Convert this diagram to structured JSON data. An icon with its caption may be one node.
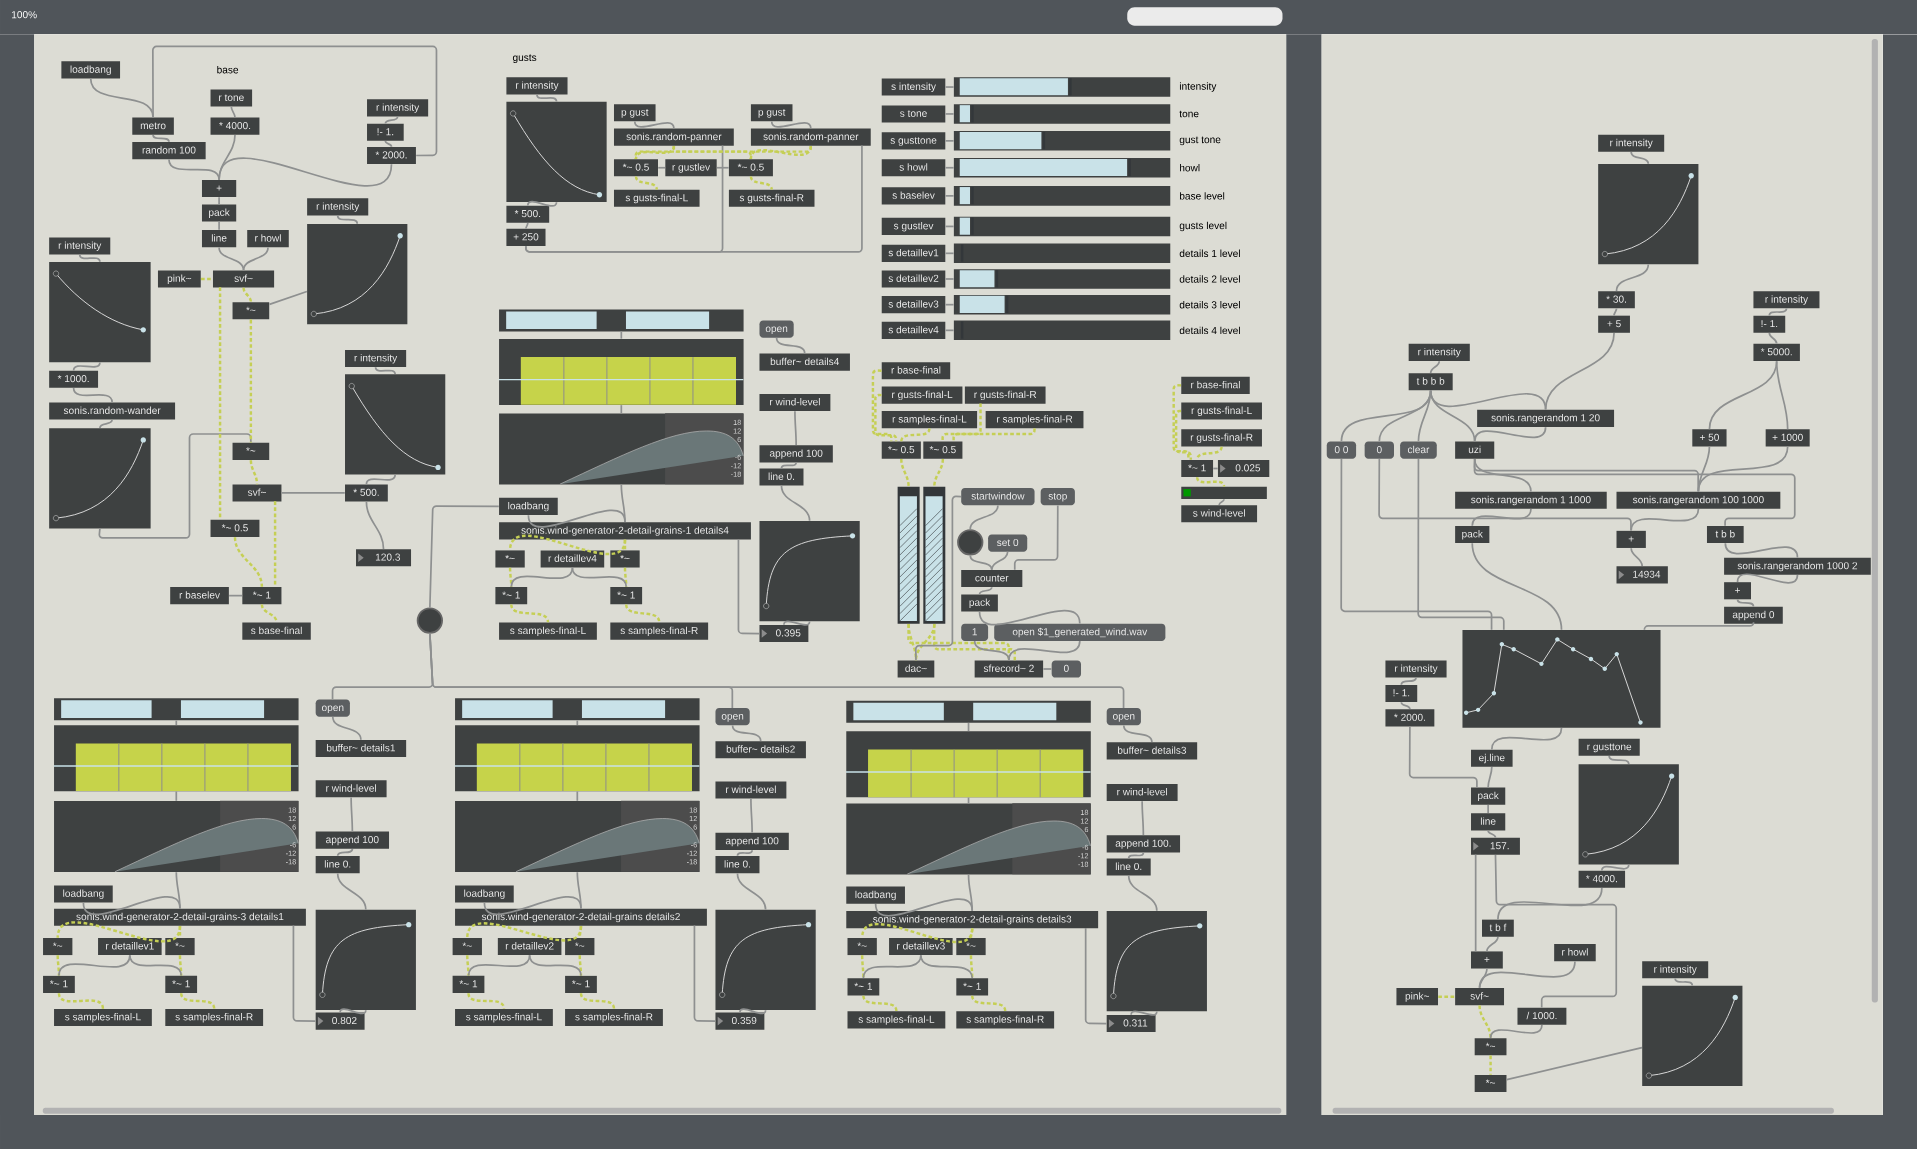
{
  "diagram": {
    "nodes": [
      {
        "text": [
          "loadbang"
        ]
      },
      {
        "text": [
          "metro"
        ]
      },
      {
        "text": [
          "random 100"
        ]
      },
      {
        "text": [
          "r tone"
        ]
      },
      {
        "text": [
          "* 4000."
        ]
      },
      {
        "text": [
          "r intensity"
        ]
      },
      {
        "text": [
          "!- 1."
        ]
      },
      {
        "text": [
          "* 2000."
        ]
      },
      {
        "text": [
          "+"
        ]
      },
      {
        "text": [
          "pack"
        ]
      },
      {
        "text": [
          "line"
        ]
      },
      {
        "text": [
          "r howl"
        ]
      },
      {
        "text": [
          "pink~"
        ]
      },
      {
        "text": [
          "svf~"
        ]
      },
      {
        "text": [
          "*~"
        ]
      },
      {
        "text": [
          "r intensity"
        ]
      },
      {
        "text": [],
        "shape": "box"
      },
      {
        "text": [
          "r intensity"
        ]
      },
      {
        "text": [],
        "shape": "box"
      },
      {
        "text": [
          "* 1000."
        ]
      },
      {
        "text": [
          "sonis.random-wander"
        ]
      },
      {
        "text": [],
        "shape": "box"
      },
      {
        "text": [
          "*~"
        ]
      },
      {
        "text": [
          "svf~"
        ]
      },
      {
        "text": [
          "r intensity"
        ]
      },
      {
        "text": [],
        "shape": "box"
      },
      {
        "text": [
          "* 500."
        ]
      },
      {
        "text": [
          "120.3"
        ]
      },
      {
        "text": [
          "*~ 0.5"
        ]
      },
      {
        "text": [
          "r baselev"
        ]
      },
      {
        "text": [
          "*~ 1"
        ]
      },
      {
        "text": [
          "s base-final"
        ]
      },
      {
        "text": [
          "r intensity"
        ]
      },
      {
        "text": [],
        "shape": "box"
      },
      {
        "text": [
          "* 500."
        ]
      },
      {
        "text": [
          "+ 250"
        ]
      },
      {
        "text": [
          "p gust"
        ]
      },
      {
        "text": [
          "sonis.random-panner"
        ]
      },
      {
        "text": [
          "*~ 0.5"
        ]
      },
      {
        "text": [
          "r gustlev"
        ]
      },
      {
        "text": [
          "s gusts-final-L"
        ]
      },
      {
        "text": [
          "p gust"
        ]
      },
      {
        "text": [
          "sonis.random-panner"
        ]
      },
      {
        "text": [
          "*~ 0.5"
        ]
      },
      {
        "text": [
          "s gusts-final-R"
        ]
      },
      {
        "text": [
          "s intensity"
        ]
      },
      {
        "text": [],
        "shape": "bar",
        "beside": [
          "intensity"
        ]
      },
      {
        "text": [
          "s tone"
        ]
      },
      {
        "text": [],
        "shape": "bar",
        "beside": [
          "tone"
        ]
      },
      {
        "text": [
          "s gusttone"
        ]
      },
      {
        "text": [],
        "shape": "bar",
        "beside": [
          "gust tone"
        ]
      },
      {
        "text": [
          "s howl"
        ]
      },
      {
        "text": [],
        "shape": "bar",
        "beside": [
          "howl"
        ]
      },
      {
        "text": [
          "s baselev"
        ]
      },
      {
        "text": [],
        "shape": "bar",
        "beside": [
          "base level"
        ]
      },
      {
        "text": [
          "s gustlev"
        ]
      },
      {
        "text": [],
        "shape": "bar",
        "beside": [
          "gusts level"
        ]
      },
      {
        "text": [
          "s detaillev1"
        ]
      },
      {
        "text": [],
        "shape": "bar",
        "beside": [
          "details 1 level"
        ]
      },
      {
        "text": [
          "s detaillev2"
        ]
      },
      {
        "text": [],
        "shape": "bar",
        "beside": [
          "details 2 level"
        ]
      },
      {
        "text": [
          "s detaillev3"
        ]
      },
      {
        "text": [],
        "shape": "bar",
        "beside": [
          "details 3 level"
        ]
      },
      {
        "text": [
          "s detaillev4"
        ]
      },
      {
        "text": [],
        "shape": "bar",
        "beside": [
          "details 4 level"
        ]
      },
      {
        "text": [
          "r base-final"
        ]
      },
      {
        "text": [
          "r gusts-final-L"
        ]
      },
      {
        "text": [
          "r gusts-final-R"
        ]
      },
      {
        "text": [
          "r samples-final-L"
        ]
      },
      {
        "text": [
          "r samples-final-R"
        ]
      },
      {
        "text": [
          "*~ 0.5"
        ]
      },
      {
        "text": [
          "*~ 0.5"
        ]
      },
      {
        "text": [],
        "shape": "bar"
      },
      {
        "text": [],
        "shape": "bar"
      },
      {
        "text": [
          "startwindow"
        ]
      },
      {
        "text": [
          "stop"
        ]
      },
      {
        "text": [],
        "shape": "circle"
      },
      {
        "text": [
          "set 0"
        ]
      },
      {
        "text": [
          "counter"
        ]
      },
      {
        "text": [
          "pack"
        ]
      },
      {
        "text": [
          "1"
        ]
      },
      {
        "text": [
          "open $1_generated_wind.wav"
        ]
      },
      {
        "text": [
          "dac~"
        ]
      },
      {
        "text": [
          "sfrecord~ 2"
        ]
      },
      {
        "text": [
          "0"
        ]
      },
      {
        "text": [
          "r base-final"
        ]
      },
      {
        "text": [
          "r gusts-final-L"
        ]
      },
      {
        "text": [
          "r gusts-final-R"
        ]
      },
      {
        "text": [
          "*~ 1"
        ]
      },
      {
        "text": [
          "0.025"
        ]
      },
      {
        "text": [],
        "shape": "bar"
      },
      {
        "text": [
          "s wind-level"
        ]
      },
      {
        "text": [],
        "shape": "circle"
      },
      {
        "text": [],
        "shape": "bar"
      },
      {
        "text": [],
        "shape": "picture"
      },
      {
        "text": [],
        "shape": "picture"
      },
      {
        "text": [
          "open"
        ]
      },
      {
        "text": [
          "buffer~ details4"
        ]
      },
      {
        "text": [
          "r wind-level"
        ]
      },
      {
        "text": [
          "append 100"
        ]
      },
      {
        "text": [
          "line 0."
        ]
      },
      {
        "text": [],
        "shape": "box"
      },
      {
        "text": [
          "0.395"
        ]
      },
      {
        "text": [
          "loadbang"
        ]
      },
      {
        "text": [
          "sonis.wind-generator-2-detail-grains-1 details4"
        ]
      },
      {
        "text": [
          "*~"
        ]
      },
      {
        "text": [
          "r detaillev4"
        ]
      },
      {
        "text": [
          "*~"
        ]
      },
      {
        "text": [
          "*~ 1"
        ]
      },
      {
        "text": [
          "*~ 1"
        ]
      },
      {
        "text": [
          "s samples-final-L"
        ]
      },
      {
        "text": [
          "s samples-final-R"
        ]
      },
      {
        "text": [],
        "shape": "bar"
      },
      {
        "text": [],
        "shape": "picture"
      },
      {
        "text": [],
        "shape": "picture"
      },
      {
        "text": [
          "open"
        ]
      },
      {
        "text": [
          "buffer~ details1"
        ]
      },
      {
        "text": [
          "r wind-level"
        ]
      },
      {
        "text": [
          "append 100"
        ]
      },
      {
        "text": [
          "line 0."
        ]
      },
      {
        "text": [],
        "shape": "box"
      },
      {
        "text": [
          "0.802"
        ]
      },
      {
        "text": [
          "loadbang"
        ]
      },
      {
        "text": [
          "sonis.wind-generator-2-detail-grains-3 details1"
        ]
      },
      {
        "text": [
          "*~"
        ]
      },
      {
        "text": [
          "r detaillev1"
        ]
      },
      {
        "text": [
          "*~"
        ]
      },
      {
        "text": [
          "*~ 1"
        ]
      },
      {
        "text": [
          "*~ 1"
        ]
      },
      {
        "text": [
          "s samples-final-L"
        ]
      },
      {
        "text": [
          "s samples-final-R"
        ]
      },
      {
        "text": [],
        "shape": "bar"
      },
      {
        "text": [],
        "shape": "picture"
      },
      {
        "text": [],
        "shape": "picture"
      },
      {
        "text": [
          "open"
        ]
      },
      {
        "text": [
          "buffer~ details2"
        ]
      },
      {
        "text": [
          "r wind-level"
        ]
      },
      {
        "text": [
          "append 100"
        ]
      },
      {
        "text": [
          "line 0."
        ]
      },
      {
        "text": [],
        "shape": "box"
      },
      {
        "text": [
          "0.359"
        ]
      },
      {
        "text": [
          "loadbang"
        ]
      },
      {
        "text": [
          "sonis.wind-generator-2-detail-grains details2"
        ]
      },
      {
        "text": [
          "*~"
        ]
      },
      {
        "text": [
          "r detaillev2"
        ]
      },
      {
        "text": [
          "*~"
        ]
      },
      {
        "text": [
          "*~ 1"
        ]
      },
      {
        "text": [
          "*~ 1"
        ]
      },
      {
        "text": [
          "s samples-final-L"
        ]
      },
      {
        "text": [
          "s samples-final-R"
        ]
      },
      {
        "text": [],
        "shape": "bar"
      },
      {
        "text": [],
        "shape": "picture"
      },
      {
        "text": [],
        "shape": "picture"
      },
      {
        "text": [
          "open"
        ]
      },
      {
        "text": [
          "buffer~ details3"
        ]
      },
      {
        "text": [
          "r wind-level"
        ]
      },
      {
        "text": [
          "append 100."
        ]
      },
      {
        "text": [
          "line 0."
        ]
      },
      {
        "text": [],
        "shape": "box"
      },
      {
        "text": [
          "0.311"
        ]
      },
      {
        "text": [
          "loadbang"
        ]
      },
      {
        "text": [
          "sonis.wind-generator-2-detail-grains details3"
        ]
      },
      {
        "text": [
          "*~"
        ]
      },
      {
        "text": [
          "r detaillev3"
        ]
      },
      {
        "text": [
          "*~"
        ]
      },
      {
        "text": [
          "*~ 1"
        ]
      },
      {
        "text": [
          "*~ 1"
        ]
      },
      {
        "text": [
          "s samples-final-L"
        ]
      },
      {
        "text": [
          "s samples-final-R"
        ]
      },
      {
        "text": [
          "r intensity"
        ]
      },
      {
        "text": [],
        "shape": "box"
      },
      {
        "text": [
          "* 30."
        ]
      },
      {
        "text": [
          "+ 5"
        ]
      },
      {
        "text": [
          "r intensity"
        ]
      },
      {
        "text": [
          "!- 1."
        ]
      },
      {
        "text": [
          "* 5000."
        ]
      },
      {
        "text": [
          "r intensity"
        ]
      },
      {
        "text": [
          "t b b b"
        ]
      },
      {
        "text": [
          "sonis.rangerandom 1 20"
        ]
      },
      {
        "text": [
          "0 0"
        ]
      },
      {
        "text": [
          "0"
        ]
      },
      {
        "text": [
          "clear"
        ]
      },
      {
        "text": [
          "uzi"
        ]
      },
      {
        "text": [
          "+ 50"
        ]
      },
      {
        "text": [
          "+ 1000"
        ]
      },
      {
        "text": [
          "sonis.rangerandom 1 1000"
        ]
      },
      {
        "text": [
          "pack"
        ]
      },
      {
        "text": [
          "sonis.rangerandom 100 1000"
        ]
      },
      {
        "text": [
          "+"
        ]
      },
      {
        "text": [
          "14934"
        ]
      },
      {
        "text": [
          "t b b"
        ]
      },
      {
        "text": [
          "sonis.rangerandom 1000 2"
        ]
      },
      {
        "text": [
          "+"
        ]
      },
      {
        "text": [
          "append 0"
        ]
      },
      {
        "text": [],
        "shape": "box"
      },
      {
        "text": [
          "r intensity"
        ]
      },
      {
        "text": [
          "!- 1."
        ]
      },
      {
        "text": [
          "* 2000."
        ]
      },
      {
        "text": [
          "ej.line"
        ]
      },
      {
        "text": [
          "pack"
        ]
      },
      {
        "text": [
          "line"
        ]
      },
      {
        "text": [
          "157."
        ]
      },
      {
        "text": [
          "r gusttone"
        ]
      },
      {
        "text": [],
        "shape": "box"
      },
      {
        "text": [
          "* 4000."
        ]
      },
      {
        "text": [
          "t b f"
        ]
      },
      {
        "text": [
          "+"
        ]
      },
      {
        "text": [
          "r howl"
        ]
      },
      {
        "text": [
          "pink~"
        ]
      },
      {
        "text": [
          "svf~"
        ]
      },
      {
        "text": [
          "/ 1000."
        ]
      },
      {
        "text": [
          "*~"
        ]
      },
      {
        "text": [
          "*~"
        ]
      },
      {
        "text": [
          "r intensity"
        ]
      },
      {
        "text": [],
        "shape": "box"
      }
    ],
    "edges": [
      {
        "from": 0,
        "to": 1,
        "arrow": "none"
      },
      {
        "from": 1,
        "to": 2,
        "arrow": "none"
      },
      {
        "from": 2,
        "to": 8,
        "arrow": "none"
      },
      {
        "from": 3,
        "to": 4,
        "arrow": "none"
      },
      {
        "from": 4,
        "to": 8,
        "arrow": "none"
      },
      {
        "from": 5,
        "to": 6,
        "arrow": "none"
      },
      {
        "from": 6,
        "to": 7,
        "arrow": "none"
      },
      {
        "from": 7,
        "to": 8,
        "arrow": "none"
      },
      {
        "from": 7,
        "to": 1,
        "arrow": "none"
      },
      {
        "from": 8,
        "to": 9,
        "arrow": "none"
      },
      {
        "from": 9,
        "to": 10,
        "arrow": "none"
      },
      {
        "from": 10,
        "to": 13,
        "arrow": "none"
      },
      {
        "from": 11,
        "to": 13,
        "arrow": "none"
      },
      {
        "from": 12,
        "to": 13,
        "arrow": "none",
        "style": "dashed",
        "color": "#c5cf55"
      },
      {
        "from": 13,
        "to": 14,
        "arrow": "none",
        "style": "dashed",
        "color": "#c5cf55"
      },
      {
        "from": 15,
        "to": 16,
        "arrow": "none"
      },
      {
        "from": 16,
        "to": 14,
        "arrow": "none"
      },
      {
        "from": 17,
        "to": 18,
        "arrow": "none"
      },
      {
        "from": 18,
        "to": 19,
        "arrow": "none"
      },
      {
        "from": 19,
        "to": 20,
        "arrow": "none"
      },
      {
        "from": 20,
        "to": 21,
        "arrow": "none"
      },
      {
        "from": 21,
        "to": 22,
        "arrow": "none"
      },
      {
        "from": 14,
        "to": 22,
        "arrow": "none",
        "style": "dashed",
        "color": "#c5cf55"
      },
      {
        "from": 22,
        "to": 23,
        "arrow": "none",
        "style": "dashed",
        "color": "#c5cf55"
      },
      {
        "from": 24,
        "to": 25,
        "arrow": "none"
      },
      {
        "from": 25,
        "to": 26,
        "arrow": "none"
      },
      {
        "from": 26,
        "to": 23,
        "arrow": "none"
      },
      {
        "from": 26,
        "to": 27,
        "arrow": "none"
      },
      {
        "from": 13,
        "to": 28,
        "arrow": "none",
        "style": "dashed",
        "color": "#c5cf55"
      },
      {
        "from": 23,
        "to": 30,
        "arrow": "none",
        "style": "dashed",
        "color": "#c5cf55"
      },
      {
        "from": 28,
        "to": 30,
        "arrow": "none",
        "style": "dashed",
        "color": "#c5cf55"
      },
      {
        "from": 29,
        "to": 30,
        "arrow": "none"
      },
      {
        "from": 30,
        "to": 31,
        "arrow": "none",
        "style": "dashed",
        "color": "#c5cf55"
      },
      {
        "from": 32,
        "to": 33,
        "arrow": "none"
      },
      {
        "from": 33,
        "to": 34,
        "arrow": "none"
      },
      {
        "from": 34,
        "to": 35,
        "arrow": "none"
      },
      {
        "from": 35,
        "to": 37,
        "arrow": "none"
      },
      {
        "from": 35,
        "to": 42,
        "arrow": "none"
      },
      {
        "from": 36,
        "to": 37,
        "arrow": "none"
      },
      {
        "from": 41,
        "to": 42,
        "arrow": "none"
      },
      {
        "from": 37,
        "to": 38,
        "arrow": "none",
        "style": "dashed",
        "color": "#c5cf55"
      },
      {
        "from": 37,
        "to": 43,
        "arrow": "none",
        "style": "dashed",
        "color": "#c5cf55"
      },
      {
        "from": 42,
        "to": 43,
        "arrow": "none",
        "style": "dashed",
        "color": "#c5cf55"
      },
      {
        "from": 42,
        "to": 38,
        "arrow": "none",
        "style": "dashed",
        "color": "#c5cf55"
      },
      {
        "from": 39,
        "to": 38,
        "arrow": "none"
      },
      {
        "from": 39,
        "to": 43,
        "arrow": "none"
      },
      {
        "from": 38,
        "to": 40,
        "arrow": "none",
        "style": "dashed",
        "color": "#c5cf55"
      },
      {
        "from": 43,
        "to": 44,
        "arrow": "none",
        "style": "dashed",
        "color": "#c5cf55"
      },
      {
        "from": 46,
        "to": 45,
        "arrow": "none"
      },
      {
        "from": 48,
        "to": 47,
        "arrow": "none"
      },
      {
        "from": 50,
        "to": 49,
        "arrow": "none"
      },
      {
        "from": 52,
        "to": 51,
        "arrow": "none"
      },
      {
        "from": 54,
        "to": 53,
        "arrow": "none"
      },
      {
        "from": 56,
        "to": 55,
        "arrow": "none"
      },
      {
        "from": 58,
        "to": 57,
        "arrow": "none"
      },
      {
        "from": 60,
        "to": 59,
        "arrow": "none"
      },
      {
        "from": 62,
        "to": 61,
        "arrow": "none"
      },
      {
        "from": 64,
        "to": 63,
        "arrow": "none"
      },
      {
        "from": 65,
        "to": 70,
        "arrow": "none",
        "style": "dashed",
        "color": "#c5cf55"
      },
      {
        "from": 66,
        "to": 70,
        "arrow": "none",
        "style": "dashed",
        "color": "#c5cf55"
      },
      {
        "from": 67,
        "to": 71,
        "arrow": "none",
        "style": "dashed",
        "color": "#c5cf55"
      },
      {
        "from": 68,
        "to": 70,
        "arrow": "none",
        "style": "dashed",
        "color": "#c5cf55"
      },
      {
        "from": 69,
        "to": 71,
        "arrow": "none",
        "style": "dashed",
        "color": "#c5cf55"
      },
      {
        "from": 70,
        "to": 72,
        "arrow": "none",
        "style": "dashed",
        "color": "#c5cf55"
      },
      {
        "from": 71,
        "to": 73,
        "arrow": "none",
        "style": "dashed",
        "color": "#c5cf55"
      },
      {
        "from": 72,
        "to": 82,
        "arrow": "none",
        "style": "dashed",
        "color": "#c5cf55"
      },
      {
        "from": 73,
        "to": 82,
        "arrow": "none",
        "style": "dashed",
        "color": "#c5cf55"
      },
      {
        "from": 72,
        "to": 83,
        "arrow": "none",
        "style": "dashed",
        "color": "#c5cf55"
      },
      {
        "from": 73,
        "to": 83,
        "arrow": "none",
        "style": "dashed",
        "color": "#c5cf55"
      },
      {
        "from": 74,
        "to": 82,
        "arrow": "none"
      },
      {
        "from": 75,
        "to": 78,
        "arrow": "none"
      },
      {
        "from": 74,
        "to": 76,
        "arrow": "none"
      },
      {
        "from": 76,
        "to": 78,
        "arrow": "none"
      },
      {
        "from": 77,
        "to": 78,
        "arrow": "none"
      },
      {
        "from": 78,
        "to": 79,
        "arrow": "none"
      },
      {
        "from": 79,
        "to": 81,
        "arrow": "none"
      },
      {
        "from": 81,
        "to": 83,
        "arrow": "none"
      },
      {
        "from": 80,
        "to": 83,
        "arrow": "none"
      },
      {
        "from": 83,
        "to": 84,
        "arrow": "none"
      },
      {
        "from": 85,
        "to": 88,
        "arrow": "none",
        "style": "dashed",
        "color": "#c5cf55"
      },
      {
        "from": 86,
        "to": 88,
        "arrow": "none",
        "style": "dashed",
        "color": "#c5cf55"
      },
      {
        "from": 87,
        "to": 88,
        "arrow": "none",
        "style": "dashed",
        "color": "#c5cf55"
      },
      {
        "from": 88,
        "to": 90,
        "arrow": "none",
        "style": "dashed",
        "color": "#c5cf55"
      },
      {
        "from": 89,
        "to": 88,
        "arrow": "none"
      },
      {
        "from": 90,
        "to": 91,
        "arrow": "none"
      },
      {
        "from": 92,
        "to": 103,
        "arrow": "none"
      },
      {
        "from": 92,
        "to": 115,
        "arrow": "none"
      },
      {
        "from": 92,
        "to": 134,
        "arrow": "none"
      },
      {
        "from": 92,
        "to": 153,
        "arrow": "none"
      },
      {
        "from": 93,
        "to": 94,
        "arrow": "none"
      },
      {
        "from": 94,
        "to": 95,
        "arrow": "none"
      },
      {
        "from": 95,
        "to": 104,
        "arrow": "none"
      },
      {
        "from": 103,
        "to": 104,
        "arrow": "none"
      },
      {
        "from": 96,
        "to": 97,
        "arrow": "none"
      },
      {
        "from": 98,
        "to": 99,
        "arrow": "none"
      },
      {
        "from": 99,
        "to": 100,
        "arrow": "none"
      },
      {
        "from": 100,
        "to": 101,
        "arrow": "none"
      },
      {
        "from": 101,
        "to": 102,
        "arrow": "none"
      },
      {
        "from": 102,
        "to": 104,
        "arrow": "none"
      },
      {
        "from": 104,
        "to": 105,
        "arrow": "none",
        "style": "dashed",
        "color": "#c5cf55"
      },
      {
        "from": 104,
        "to": 107,
        "arrow": "none",
        "style": "dashed",
        "color": "#c5cf55"
      },
      {
        "from": 105,
        "to": 108,
        "arrow": "none",
        "style": "dashed",
        "color": "#c5cf55"
      },
      {
        "from": 107,
        "to": 109,
        "arrow": "none",
        "style": "dashed",
        "color": "#c5cf55"
      },
      {
        "from": 106,
        "to": 108,
        "arrow": "none"
      },
      {
        "from": 106,
        "to": 109,
        "arrow": "none"
      },
      {
        "from": 108,
        "to": 110,
        "arrow": "none",
        "style": "dashed",
        "color": "#c5cf55"
      },
      {
        "from": 109,
        "to": 111,
        "arrow": "none",
        "style": "dashed",
        "color": "#c5cf55"
      },
      {
        "from": 112,
        "to": 113,
        "arrow": "none"
      },
      {
        "from": 113,
        "to": 114,
        "arrow": "none"
      },
      {
        "from": 114,
        "to": 123,
        "arrow": "none"
      },
      {
        "from": 122,
        "to": 123,
        "arrow": "none"
      },
      {
        "from": 115,
        "to": 116,
        "arrow": "none"
      },
      {
        "from": 117,
        "to": 118,
        "arrow": "none"
      },
      {
        "from": 118,
        "to": 119,
        "arrow": "none"
      },
      {
        "from": 119,
        "to": 120,
        "arrow": "none"
      },
      {
        "from": 120,
        "to": 121,
        "arrow": "none"
      },
      {
        "from": 121,
        "to": 123,
        "arrow": "none"
      },
      {
        "from": 123,
        "to": 124,
        "arrow": "none",
        "style": "dashed",
        "color": "#c5cf55"
      },
      {
        "from": 123,
        "to": 126,
        "arrow": "none",
        "style": "dashed",
        "color": "#c5cf55"
      },
      {
        "from": 124,
        "to": 127,
        "arrow": "none",
        "style": "dashed",
        "color": "#c5cf55"
      },
      {
        "from": 126,
        "to": 128,
        "arrow": "none",
        "style": "dashed",
        "color": "#c5cf55"
      },
      {
        "from": 125,
        "to": 127,
        "arrow": "none"
      },
      {
        "from": 125,
        "to": 128,
        "arrow": "none"
      },
      {
        "from": 127,
        "to": 129,
        "arrow": "none",
        "style": "dashed",
        "color": "#c5cf55"
      },
      {
        "from": 128,
        "to": 130,
        "arrow": "none",
        "style": "dashed",
        "color": "#c5cf55"
      },
      {
        "from": 131,
        "to": 132,
        "arrow": "none"
      },
      {
        "from": 132,
        "to": 133,
        "arrow": "none"
      },
      {
        "from": 133,
        "to": 142,
        "arrow": "none"
      },
      {
        "from": 141,
        "to": 142,
        "arrow": "none"
      },
      {
        "from": 134,
        "to": 135,
        "arrow": "none"
      },
      {
        "from": 136,
        "to": 137,
        "arrow": "none"
      },
      {
        "from": 137,
        "to": 138,
        "arrow": "none"
      },
      {
        "from": 138,
        "to": 139,
        "arrow": "none"
      },
      {
        "from": 139,
        "to": 140,
        "arrow": "none"
      },
      {
        "from": 140,
        "to": 142,
        "arrow": "none"
      },
      {
        "from": 142,
        "to": 143,
        "arrow": "none",
        "style": "dashed",
        "color": "#c5cf55"
      },
      {
        "from": 142,
        "to": 145,
        "arrow": "none",
        "style": "dashed",
        "color": "#c5cf55"
      },
      {
        "from": 143,
        "to": 146,
        "arrow": "none",
        "style": "dashed",
        "color": "#c5cf55"
      },
      {
        "from": 145,
        "to": 147,
        "arrow": "none",
        "style": "dashed",
        "color": "#c5cf55"
      },
      {
        "from": 144,
        "to": 146,
        "arrow": "none"
      },
      {
        "from": 144,
        "to": 147,
        "arrow": "none"
      },
      {
        "from": 146,
        "to": 148,
        "arrow": "none",
        "style": "dashed",
        "color": "#c5cf55"
      },
      {
        "from": 147,
        "to": 149,
        "arrow": "none",
        "style": "dashed",
        "color": "#c5cf55"
      },
      {
        "from": 150,
        "to": 151,
        "arrow": "none"
      },
      {
        "from": 151,
        "to": 152,
        "arrow": "none"
      },
      {
        "from": 152,
        "to": 161,
        "arrow": "none"
      },
      {
        "from": 160,
        "to": 161,
        "arrow": "none"
      },
      {
        "from": 153,
        "to": 154,
        "arrow": "none"
      },
      {
        "from": 155,
        "to": 156,
        "arrow": "none"
      },
      {
        "from": 156,
        "to": 157,
        "arrow": "none"
      },
      {
        "from": 157,
        "to": 158,
        "arrow": "none"
      },
      {
        "from": 158,
        "to": 159,
        "arrow": "none"
      },
      {
        "from": 159,
        "to": 161,
        "arrow": "none"
      },
      {
        "from": 161,
        "to": 162,
        "arrow": "none",
        "style": "dashed",
        "color": "#c5cf55"
      },
      {
        "from": 161,
        "to": 164,
        "arrow": "none",
        "style": "dashed",
        "color": "#c5cf55"
      },
      {
        "from": 162,
        "to": 165,
        "arrow": "none",
        "style": "dashed",
        "color": "#c5cf55"
      },
      {
        "from": 164,
        "to": 166,
        "arrow": "none",
        "style": "dashed",
        "color": "#c5cf55"
      },
      {
        "from": 163,
        "to": 165,
        "arrow": "none"
      },
      {
        "from": 163,
        "to": 166,
        "arrow": "none"
      },
      {
        "from": 165,
        "to": 167,
        "arrow": "none",
        "style": "dashed",
        "color": "#c5cf55"
      },
      {
        "from": 166,
        "to": 168,
        "arrow": "none",
        "style": "dashed",
        "color": "#c5cf55"
      },
      {
        "from": 169,
        "to": 170,
        "arrow": "none"
      },
      {
        "from": 170,
        "to": 171,
        "arrow": "none"
      },
      {
        "from": 171,
        "to": 172,
        "arrow": "none"
      },
      {
        "from": 172,
        "to": 178,
        "arrow": "none"
      },
      {
        "from": 173,
        "to": 174,
        "arrow": "none"
      },
      {
        "from": 174,
        "to": 175,
        "arrow": "none"
      },
      {
        "from": 175,
        "to": 183,
        "arrow": "none"
      },
      {
        "from": 175,
        "to": 184,
        "arrow": "none"
      },
      {
        "from": 176,
        "to": 177,
        "arrow": "none"
      },
      {
        "from": 177,
        "to": 178,
        "arrow": "none"
      },
      {
        "from": 177,
        "to": 182,
        "arrow": "none"
      },
      {
        "from": 177,
        "to": 179,
        "arrow": "none"
      },
      {
        "from": 177,
        "to": 180,
        "arrow": "none"
      },
      {
        "from": 177,
        "to": 181,
        "arrow": "none"
      },
      {
        "from": 178,
        "to": 182,
        "arrow": "none"
      },
      {
        "from": 182,
        "to": 185,
        "arrow": "none"
      },
      {
        "from": 182,
        "to": 187,
        "arrow": "none"
      },
      {
        "from": 182,
        "to": 190,
        "arrow": "none"
      },
      {
        "from": 183,
        "to": 187,
        "arrow": "none"
      },
      {
        "from": 184,
        "to": 187,
        "arrow": "none"
      },
      {
        "from": 185,
        "to": 186,
        "arrow": "none"
      },
      {
        "from": 187,
        "to": 188,
        "arrow": "none"
      },
      {
        "from": 188,
        "to": 189,
        "arrow": "none"
      },
      {
        "from": 180,
        "to": 188,
        "arrow": "none"
      },
      {
        "from": 186,
        "to": 194,
        "arrow": "none"
      },
      {
        "from": 179,
        "to": 194,
        "arrow": "none"
      },
      {
        "from": 181,
        "to": 194,
        "arrow": "none"
      },
      {
        "from": 190,
        "to": 191,
        "arrow": "none"
      },
      {
        "from": 191,
        "to": 192,
        "arrow": "none"
      },
      {
        "from": 192,
        "to": 193,
        "arrow": "none"
      },
      {
        "from": 193,
        "to": 194,
        "arrow": "none"
      },
      {
        "from": 194,
        "to": 198,
        "arrow": "none"
      },
      {
        "from": 195,
        "to": 196,
        "arrow": "none"
      },
      {
        "from": 196,
        "to": 197,
        "arrow": "none"
      },
      {
        "from": 197,
        "to": 199,
        "arrow": "none"
      },
      {
        "from": 198,
        "to": 199,
        "arrow": "none"
      },
      {
        "from": 199,
        "to": 200,
        "arrow": "none"
      },
      {
        "from": 200,
        "to": 201,
        "arrow": "none"
      },
      {
        "from": 201,
        "to": 206,
        "arrow": "none"
      },
      {
        "from": 202,
        "to": 203,
        "arrow": "none"
      },
      {
        "from": 203,
        "to": 204,
        "arrow": "none"
      },
      {
        "from": 204,
        "to": 205,
        "arrow": "none"
      },
      {
        "from": 205,
        "to": 206,
        "arrow": "none"
      },
      {
        "from": 201,
        "to": 210,
        "arrow": "none"
      },
      {
        "from": 206,
        "to": 209,
        "arrow": "none"
      },
      {
        "from": 207,
        "to": 209,
        "arrow": "none"
      },
      {
        "from": 208,
        "to": 209,
        "arrow": "none",
        "style": "dashed",
        "color": "#c5cf55"
      },
      {
        "from": 209,
        "to": 211,
        "arrow": "none",
        "style": "dashed",
        "color": "#c5cf55"
      },
      {
        "from": 210,
        "to": 211,
        "arrow": "none"
      },
      {
        "from": 211,
        "to": 212,
        "arrow": "none",
        "style": "dashed",
        "color": "#c5cf55"
      },
      {
        "from": 213,
        "to": 214,
        "arrow": "none"
      },
      {
        "from": 214,
        "to": 212,
        "arrow": "none"
      }
    ],
    "labels": [
      "100%",
      "base",
      "gusts",
      "18",
      "12",
      "6",
      "-6",
      "-12",
      "-18",
      "18",
      "12",
      "6",
      "-6",
      "-12",
      "-18",
      "18",
      "12",
      "6",
      "-6",
      "-12",
      "-18",
      "18",
      "12",
      "6",
      "-6",
      "-12",
      "-18"
    ]
  }
}
